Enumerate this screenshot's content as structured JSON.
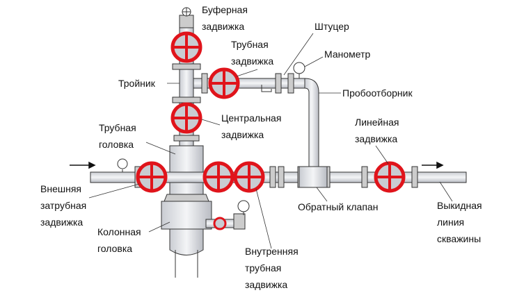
{
  "labels": {
    "bufer": [
      "Буферная",
      "задвижка"
    ],
    "shtucer": "Штуцер",
    "trub_zadv": [
      "Трубная",
      "задвижка"
    ],
    "manometr": "Манометр",
    "troynik": "Тройник",
    "probootbornik": "Пробоотборник",
    "central": [
      "Центральная",
      "задвижка"
    ],
    "trub_golovka": [
      "Трубная",
      "головка"
    ],
    "lineynaya": [
      "Линейная",
      "задвижка"
    ],
    "vneshnyaya": [
      "Внешняя",
      "затрубная",
      "задвижка"
    ],
    "obratny": "Обратный клапан",
    "vykidnaya": [
      "Выкидная",
      "линия",
      "скважины"
    ],
    "kolonnaya": [
      "Колонная",
      "головка"
    ],
    "vnutrennyaya": [
      "Внутренняя",
      "трубная",
      "задвижка"
    ]
  },
  "colors": {
    "valve": "#e0141b",
    "pipe": "#e4e6ea",
    "outline": "#333333"
  }
}
